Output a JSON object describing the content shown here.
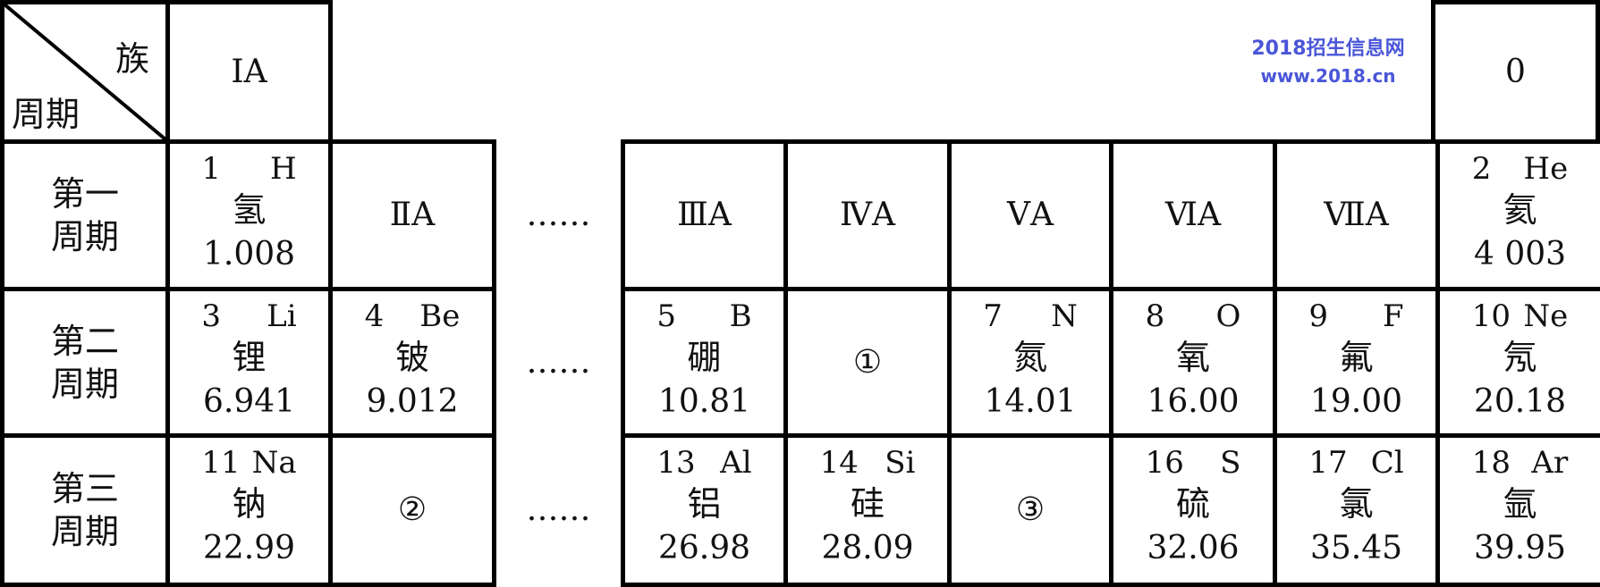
{
  "header": {
    "corner_group_label": "族",
    "corner_period_label": "周期",
    "group_1": "ⅠA",
    "group_0": "0"
  },
  "rows": [
    {
      "period": "第一\n周期",
      "cells": [
        {
          "type": "element",
          "number": "1",
          "symbol": "H",
          "name": "氢",
          "mass": "1.008"
        },
        {
          "type": "label",
          "text": "ⅡA"
        },
        {
          "type": "dots",
          "text": "……"
        },
        {
          "type": "label",
          "text": "ⅢA"
        },
        {
          "type": "label",
          "text": "ⅣA"
        },
        {
          "type": "label",
          "text": "ⅤA"
        },
        {
          "type": "label",
          "text": "ⅥA"
        },
        {
          "type": "label",
          "text": "ⅦA"
        },
        {
          "type": "element",
          "number": "2",
          "symbol": "He",
          "name": "氦",
          "mass": "4 003"
        }
      ]
    },
    {
      "period": "第二\n周期",
      "cells": [
        {
          "type": "element",
          "number": "3",
          "symbol": "Li",
          "name": "锂",
          "mass": "6.941"
        },
        {
          "type": "element",
          "number": "4",
          "symbol": "Be",
          "name": "铍",
          "mass": "9.012"
        },
        {
          "type": "dots",
          "text": "……"
        },
        {
          "type": "element",
          "number": "5",
          "symbol": "B",
          "name": "硼",
          "mass": "10.81"
        },
        {
          "type": "label",
          "text": "①"
        },
        {
          "type": "element",
          "number": "7",
          "symbol": "N",
          "name": "氮",
          "mass": "14.01"
        },
        {
          "type": "element",
          "number": "8",
          "symbol": "O",
          "name": "氧",
          "mass": "16.00"
        },
        {
          "type": "element",
          "number": "9",
          "symbol": "F",
          "name": "氟",
          "mass": "19.00"
        },
        {
          "type": "element",
          "number": "10",
          "symbol": "Ne",
          "name": "氖",
          "mass": "20.18"
        }
      ]
    },
    {
      "period": "第三\n周期",
      "cells": [
        {
          "type": "element",
          "number": "11",
          "symbol": "Na",
          "name": "钠",
          "mass": "22.99"
        },
        {
          "type": "label",
          "text": "②"
        },
        {
          "type": "dots",
          "text": "……"
        },
        {
          "type": "element",
          "number": "13",
          "symbol": "Al",
          "name": "铝",
          "mass": "26.98"
        },
        {
          "type": "element",
          "number": "14",
          "symbol": "Si",
          "name": "硅",
          "mass": "28.09"
        },
        {
          "type": "label",
          "text": "③"
        },
        {
          "type": "element",
          "number": "16",
          "symbol": "S",
          "name": "硫",
          "mass": "32.06"
        },
        {
          "type": "element",
          "number": "17",
          "symbol": "Cl",
          "name": "氯",
          "mass": "35.45"
        },
        {
          "type": "element",
          "number": "18",
          "symbol": "Ar",
          "name": "氩",
          "mass": "39.95"
        }
      ]
    }
  ],
  "watermark": {
    "line1": "2018招生信息网",
    "line2": "www.2018.cn"
  }
}
